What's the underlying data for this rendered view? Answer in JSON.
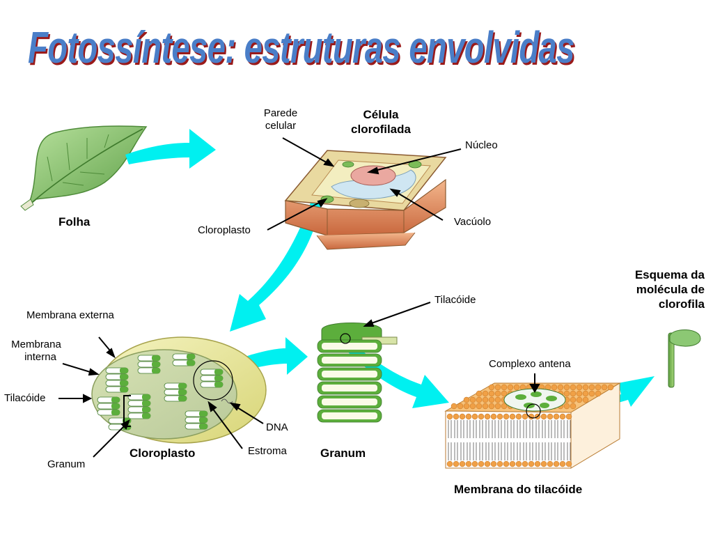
{
  "title": "Fotossíntese: estruturas envolvidas",
  "labels": {
    "parede_celular_1": "Parede",
    "parede_celular_2": "celular",
    "celula_1": "Célula",
    "celula_2": "clorofilada",
    "nucleo": "Núcleo",
    "folha": "Folha",
    "cloroplasto_cell": "Cloroplasto",
    "vacuolo": "Vacúolo",
    "esquema_1": "Esquema da",
    "esquema_2": "molécula de",
    "esquema_3": "clorofila",
    "tilacoide_top": "Tilacóide",
    "membrana_externa": "Membrana externa",
    "membrana_interna_1": "Membrana",
    "membrana_interna_2": "interna",
    "complexo_antena": "Complexo antena",
    "tilacoide_left": "Tilacóide",
    "dna": "DNA",
    "estroma": "Estroma",
    "granum_left": "Granum",
    "cloroplasto_main": "Cloroplasto",
    "granum_main": "Granum",
    "membrana_tilacoide": "Membrana do tilacóide"
  },
  "colors": {
    "title": "#4a7ec8",
    "title_shadow": "#9a1a1a",
    "arrow": "#00f0f0",
    "leaf": "#8cc874",
    "chloroplast": "#e9e79a",
    "thylakoid_green": "#5cae3c",
    "lipid_head": "#f0a046",
    "cell_wall": "#e38a5c"
  }
}
